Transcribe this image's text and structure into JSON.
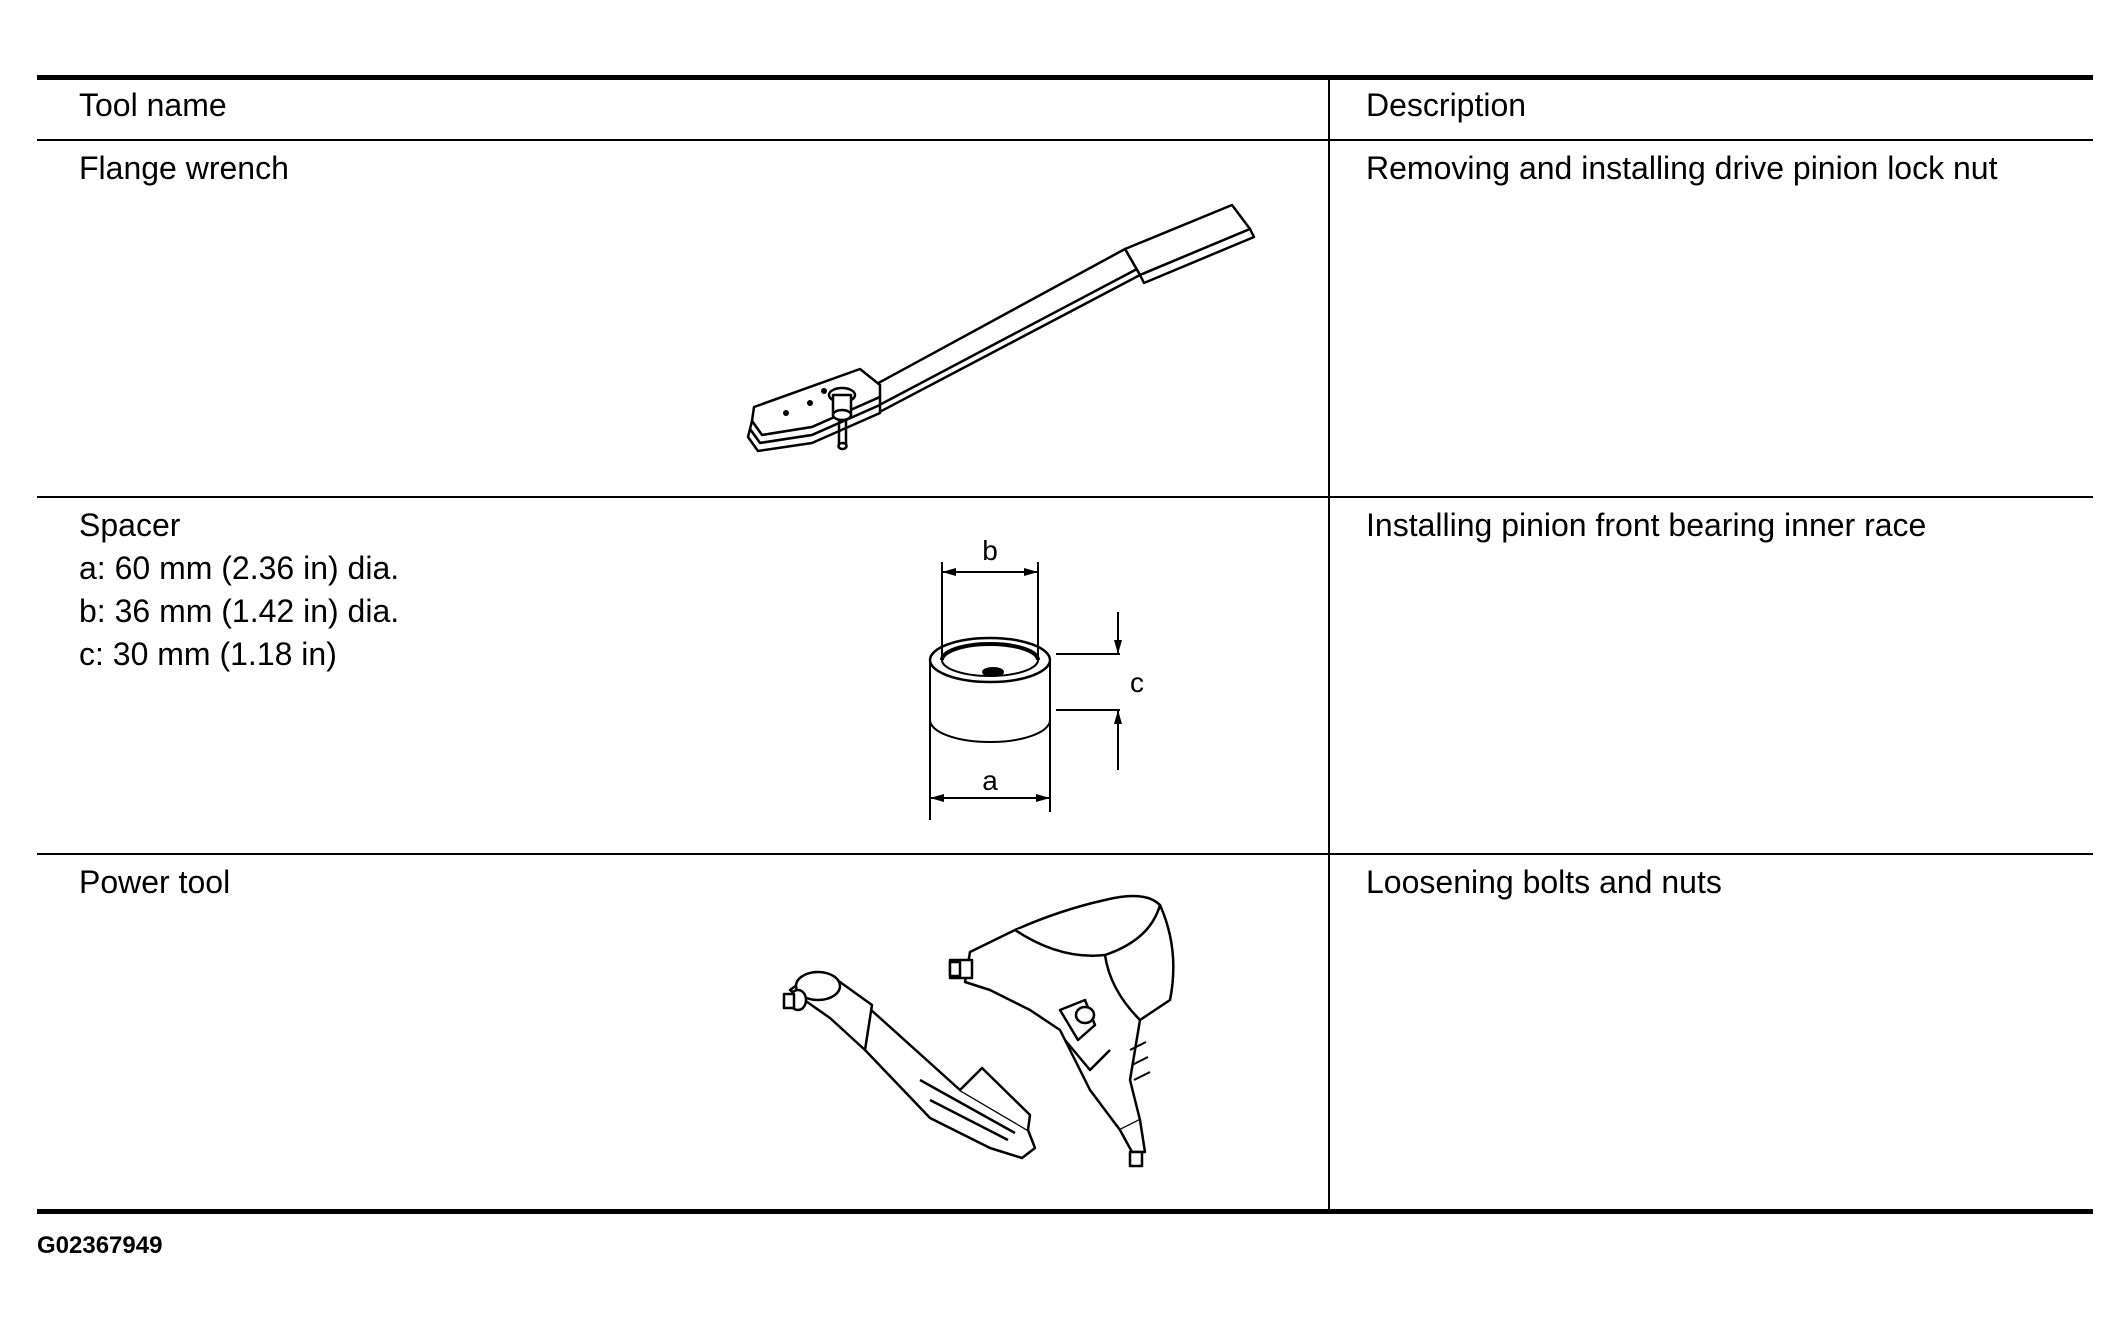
{
  "table": {
    "headers": {
      "tool_name": "Tool name",
      "description": "Description"
    },
    "rows": [
      {
        "name": "Flange wrench",
        "specs": [],
        "description": "Removing and installing drive pinion lock nut",
        "icon": "flange-wrench-illustration"
      },
      {
        "name": "Spacer",
        "specs": [
          "a: 60 mm (2.36 in) dia.",
          "b: 36 mm (1.42 in) dia.",
          "c: 30 mm (1.18 in)"
        ],
        "description": "Installing pinion front bearing inner race",
        "icon": "spacer-illustration",
        "dimension_labels": {
          "a": "a",
          "b": "b",
          "c": "c"
        }
      },
      {
        "name": "Power tool",
        "specs": [],
        "description": "Loosening bolts and nuts",
        "icon": "power-tool-illustration"
      }
    ]
  },
  "figure_code": "G02367949"
}
